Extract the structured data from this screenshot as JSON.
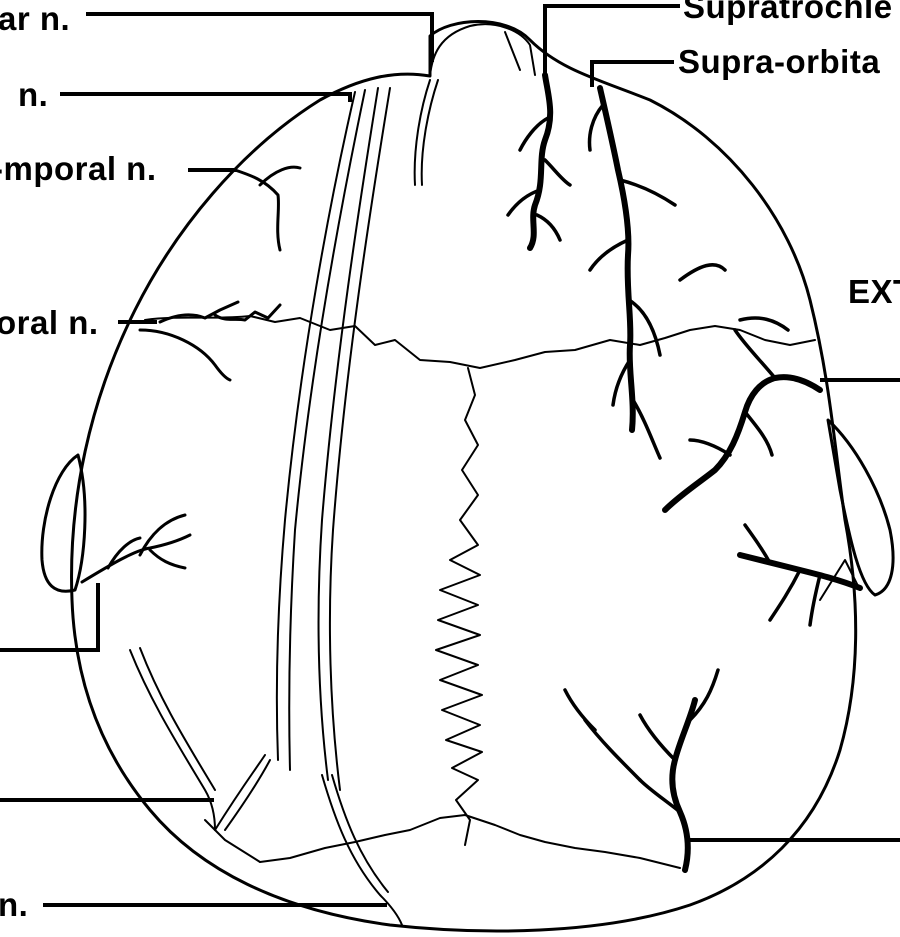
{
  "labels": {
    "top_left": "ar n.",
    "upper_left": "n.",
    "temporal_upper": "-mporal n.",
    "temporal_mid": "oral n.",
    "bottom_left": "n.",
    "top_right_1": "Supratrochle",
    "top_right_2": "Supra-orbita",
    "right_ext": "EXT"
  }
}
